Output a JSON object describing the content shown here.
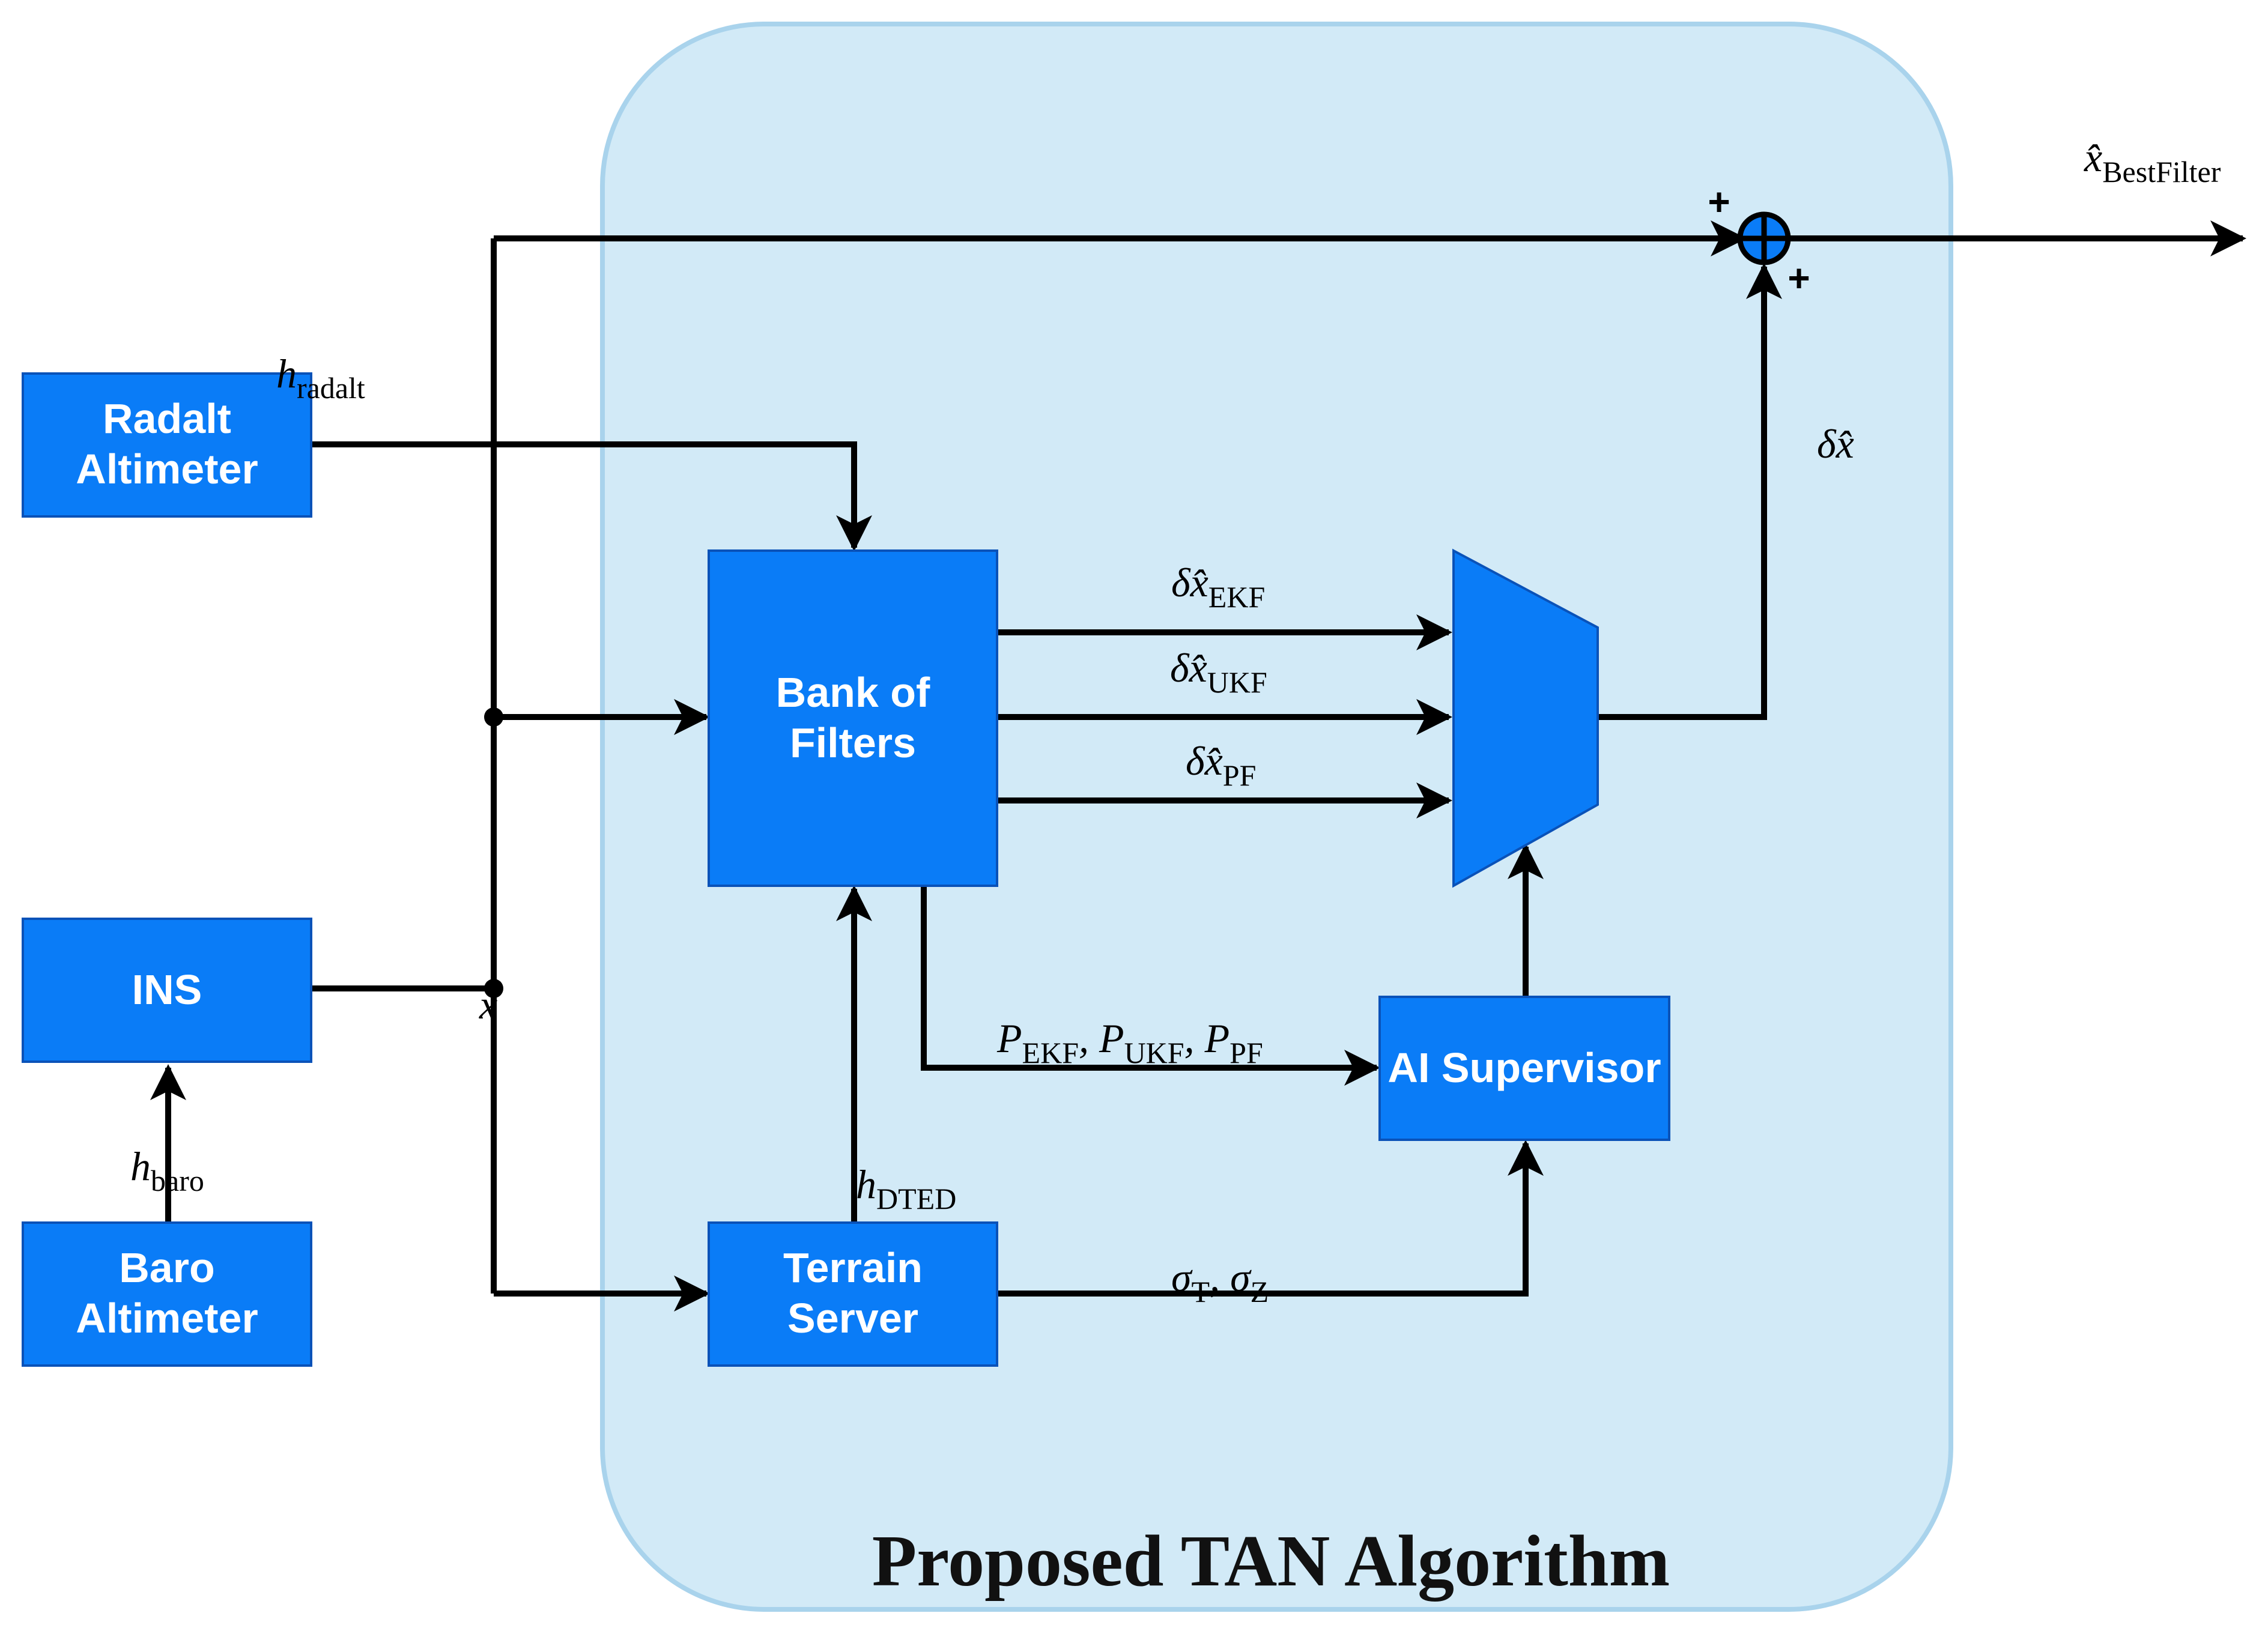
{
  "diagram": {
    "title": "Proposed TAN Algorithm",
    "blocks": {
      "radalt": [
        "Radalt",
        "Altimeter"
      ],
      "ins": [
        "INS"
      ],
      "baro": [
        "Baro",
        "Altimeter"
      ],
      "bank": [
        "Bank of",
        "Filters"
      ],
      "terrain": [
        "Terrain",
        "Server"
      ],
      "supervisor": [
        "AI Supervisor"
      ]
    },
    "signals": {
      "h_radalt": {
        "base": "h",
        "sub": "radalt"
      },
      "h_baro": {
        "base": "h",
        "sub": "baro"
      },
      "h_dted": {
        "base": "h",
        "sub": "DTED"
      },
      "x": {
        "base": "x"
      },
      "dx_ekf": {
        "base": "δx̂",
        "sub": "EKF"
      },
      "dx_ukf": {
        "base": "δx̂",
        "sub": "UKF"
      },
      "dx_pf": {
        "base": "δx̂",
        "sub": "PF"
      },
      "dx": {
        "base": "δx̂"
      },
      "x_best": {
        "base": "x̂",
        "sub": "BestFilter"
      },
      "covariances": [
        {
          "base": "P",
          "sub": "EKF",
          "sep": ", "
        },
        {
          "base": "P",
          "sub": "UKF",
          "sep": ", "
        },
        {
          "base": "P",
          "sub": "PF",
          "sep": ""
        }
      ],
      "sigmas": [
        {
          "base": "σ",
          "sub": "T",
          "sep": ", "
        },
        {
          "base": "σ",
          "sub": "Z",
          "sep": ""
        }
      ]
    },
    "summer_signs": [
      "+",
      "+"
    ],
    "colors": {
      "block_fill": "#0a7cf7",
      "region_fill": "#d2eaf7",
      "region_stroke": "#a9d3ec"
    }
  }
}
